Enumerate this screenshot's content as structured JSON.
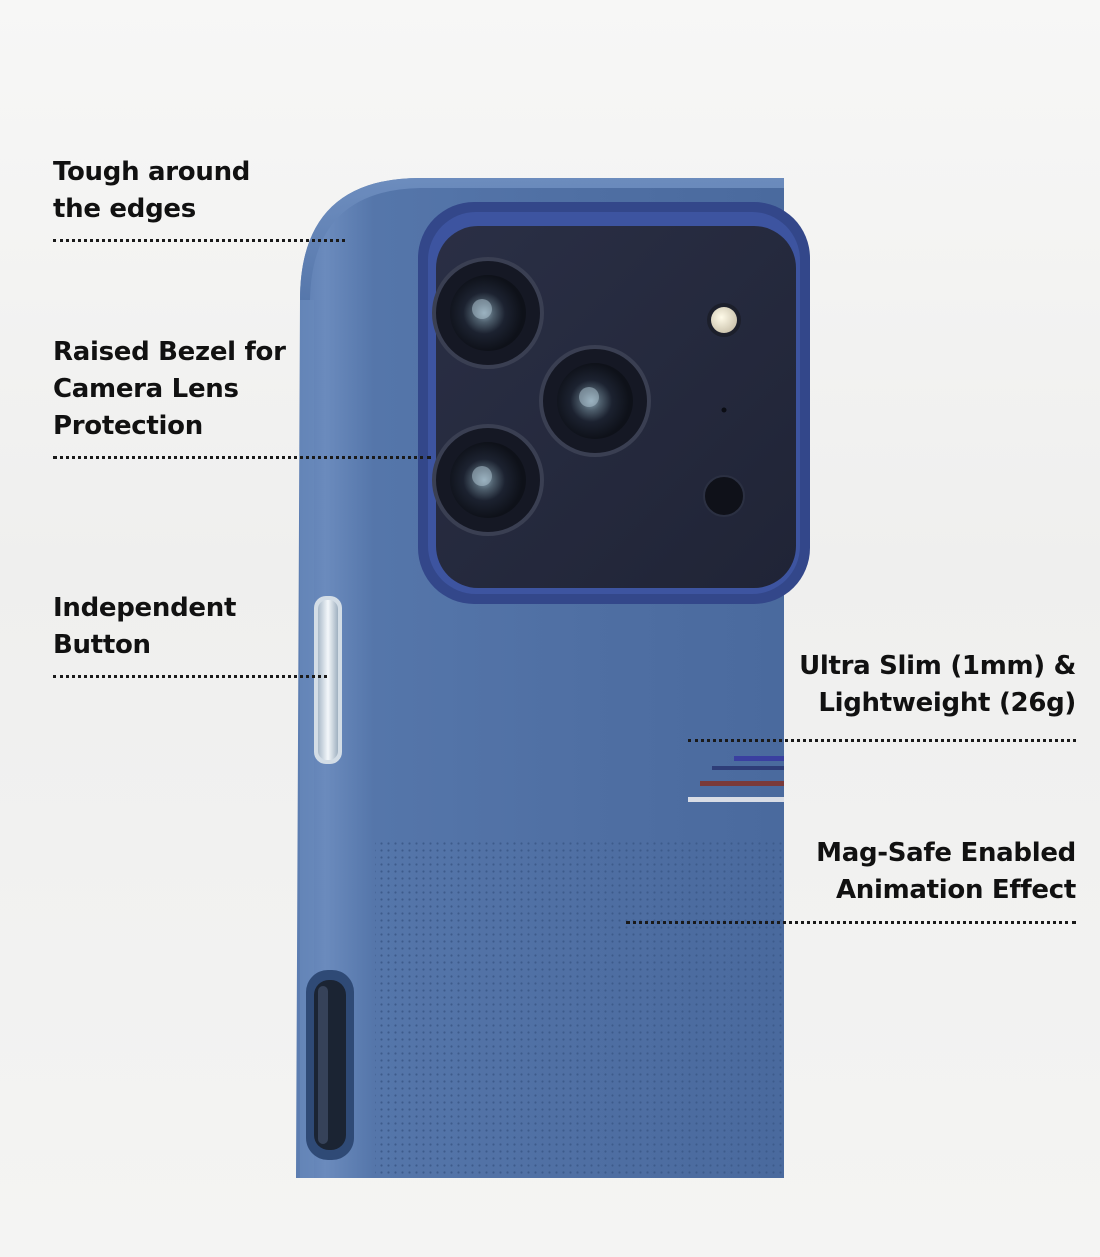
{
  "callouts": [
    {
      "id": "edges",
      "lines": [
        "Tough around",
        "the edges"
      ]
    },
    {
      "id": "bezel",
      "lines": [
        "Raised Bezel for",
        "Camera Lens",
        "Protection"
      ]
    },
    {
      "id": "button",
      "lines": [
        "Independent",
        "Button"
      ]
    },
    {
      "id": "slim",
      "lines": [
        "Ultra Slim (1mm) &",
        "Lightweight (26g)"
      ]
    },
    {
      "id": "magsafe",
      "lines": [
        "Mag-Safe Enabled",
        "Animation Effect"
      ]
    }
  ],
  "colors": {
    "case_blue": "#4f6fa3",
    "case_edge": "#3f5c8d",
    "bezel": "#33478a",
    "camera_island": "#262a3d",
    "text": "#111111"
  },
  "icons": {
    "phone_case": "phone-case-illustration"
  }
}
